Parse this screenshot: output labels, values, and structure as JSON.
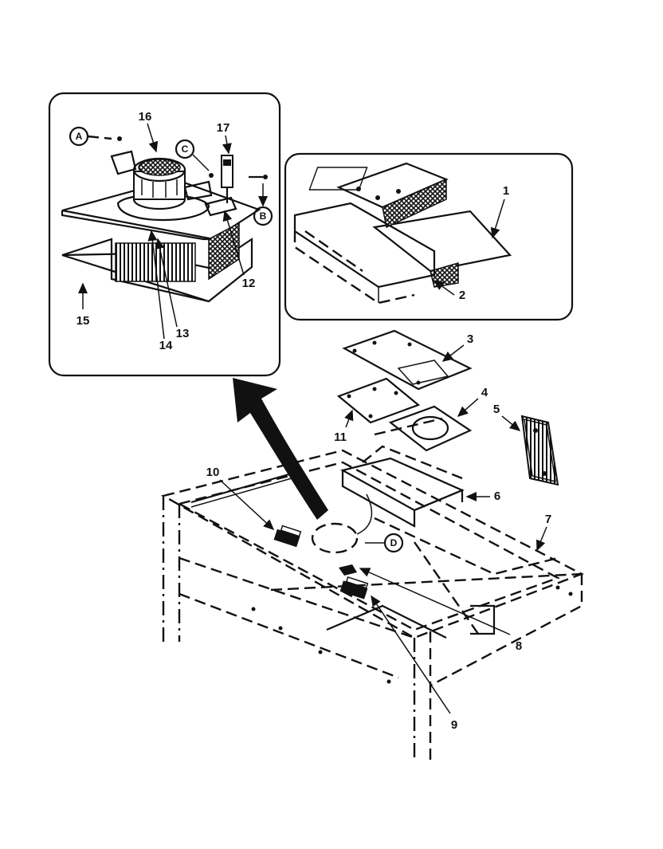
{
  "callouts": {
    "c1": "1",
    "c2": "2",
    "c3": "3",
    "c4": "4",
    "c5": "5",
    "c6": "6",
    "c7": "7",
    "c8": "8",
    "c9": "9",
    "c10": "10",
    "c11": "11",
    "c12": "12",
    "c13": "13",
    "c14": "14",
    "c15": "15",
    "c16": "16",
    "c17": "17"
  },
  "refs": {
    "a": "A",
    "b": "B",
    "c": "C",
    "d": "D"
  }
}
